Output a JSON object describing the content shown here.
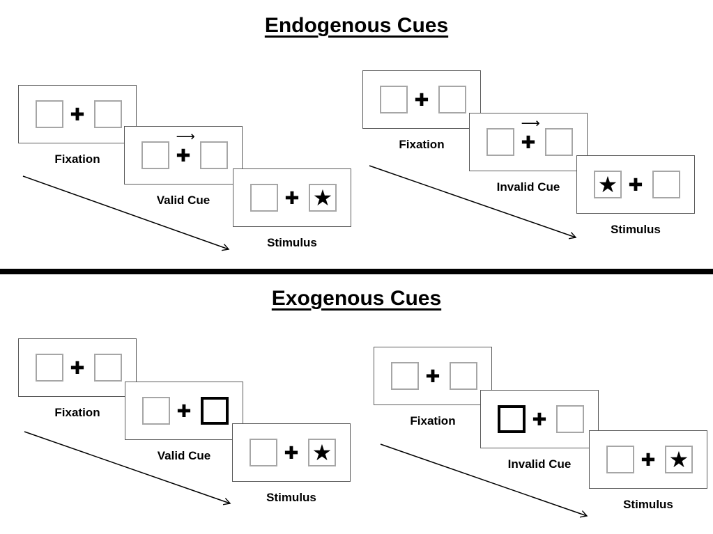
{
  "page": {
    "background": "#ffffff",
    "ink": "#000000",
    "card_border": "#595959",
    "box_border": "#a6a6a6",
    "divider_color": "#000000"
  },
  "icons": {
    "fixation_cross": "✚",
    "star": "★",
    "cue_arrow": "⟶"
  },
  "sections": [
    {
      "title": "Endogenous Cues",
      "groups": [
        {
          "name": "valid",
          "cards": [
            {
              "label": "Fixation",
              "cue_arrow": "",
              "left_style": "plain",
              "right_style": "plain",
              "left_symbol": "",
              "right_symbol": ""
            },
            {
              "label": "Valid Cue",
              "cue_arrow": "⟶",
              "left_style": "plain",
              "right_style": "plain",
              "left_symbol": "",
              "right_symbol": ""
            },
            {
              "label": "Stimulus",
              "cue_arrow": "",
              "left_style": "plain",
              "right_style": "plain",
              "left_symbol": "",
              "right_symbol": "★"
            }
          ]
        },
        {
          "name": "invalid",
          "cards": [
            {
              "label": "Fixation",
              "cue_arrow": "",
              "left_style": "plain",
              "right_style": "plain",
              "left_symbol": "",
              "right_symbol": ""
            },
            {
              "label": "Invalid Cue",
              "cue_arrow": "⟶",
              "left_style": "plain",
              "right_style": "plain",
              "left_symbol": "",
              "right_symbol": ""
            },
            {
              "label": "Stimulus",
              "cue_arrow": "",
              "left_style": "plain",
              "right_style": "plain",
              "left_symbol": "★",
              "right_symbol": ""
            }
          ]
        }
      ]
    },
    {
      "title": "Exogenous Cues",
      "groups": [
        {
          "name": "valid",
          "cards": [
            {
              "label": "Fixation",
              "cue_arrow": "",
              "left_style": "plain",
              "right_style": "plain",
              "left_symbol": "",
              "right_symbol": ""
            },
            {
              "label": "Valid Cue",
              "cue_arrow": "",
              "left_style": "plain",
              "right_style": "thick",
              "left_symbol": "",
              "right_symbol": ""
            },
            {
              "label": "Stimulus",
              "cue_arrow": "",
              "left_style": "plain",
              "right_style": "plain",
              "left_symbol": "",
              "right_symbol": "★"
            }
          ]
        },
        {
          "name": "invalid",
          "cards": [
            {
              "label": "Fixation",
              "cue_arrow": "",
              "left_style": "plain",
              "right_style": "plain",
              "left_symbol": "",
              "right_symbol": ""
            },
            {
              "label": "Invalid Cue",
              "cue_arrow": "",
              "left_style": "thick",
              "right_style": "plain",
              "left_symbol": "",
              "right_symbol": ""
            },
            {
              "label": "Stimulus",
              "cue_arrow": "",
              "left_style": "plain",
              "right_style": "plain",
              "left_symbol": "",
              "right_symbol": "★"
            }
          ]
        }
      ]
    }
  ]
}
